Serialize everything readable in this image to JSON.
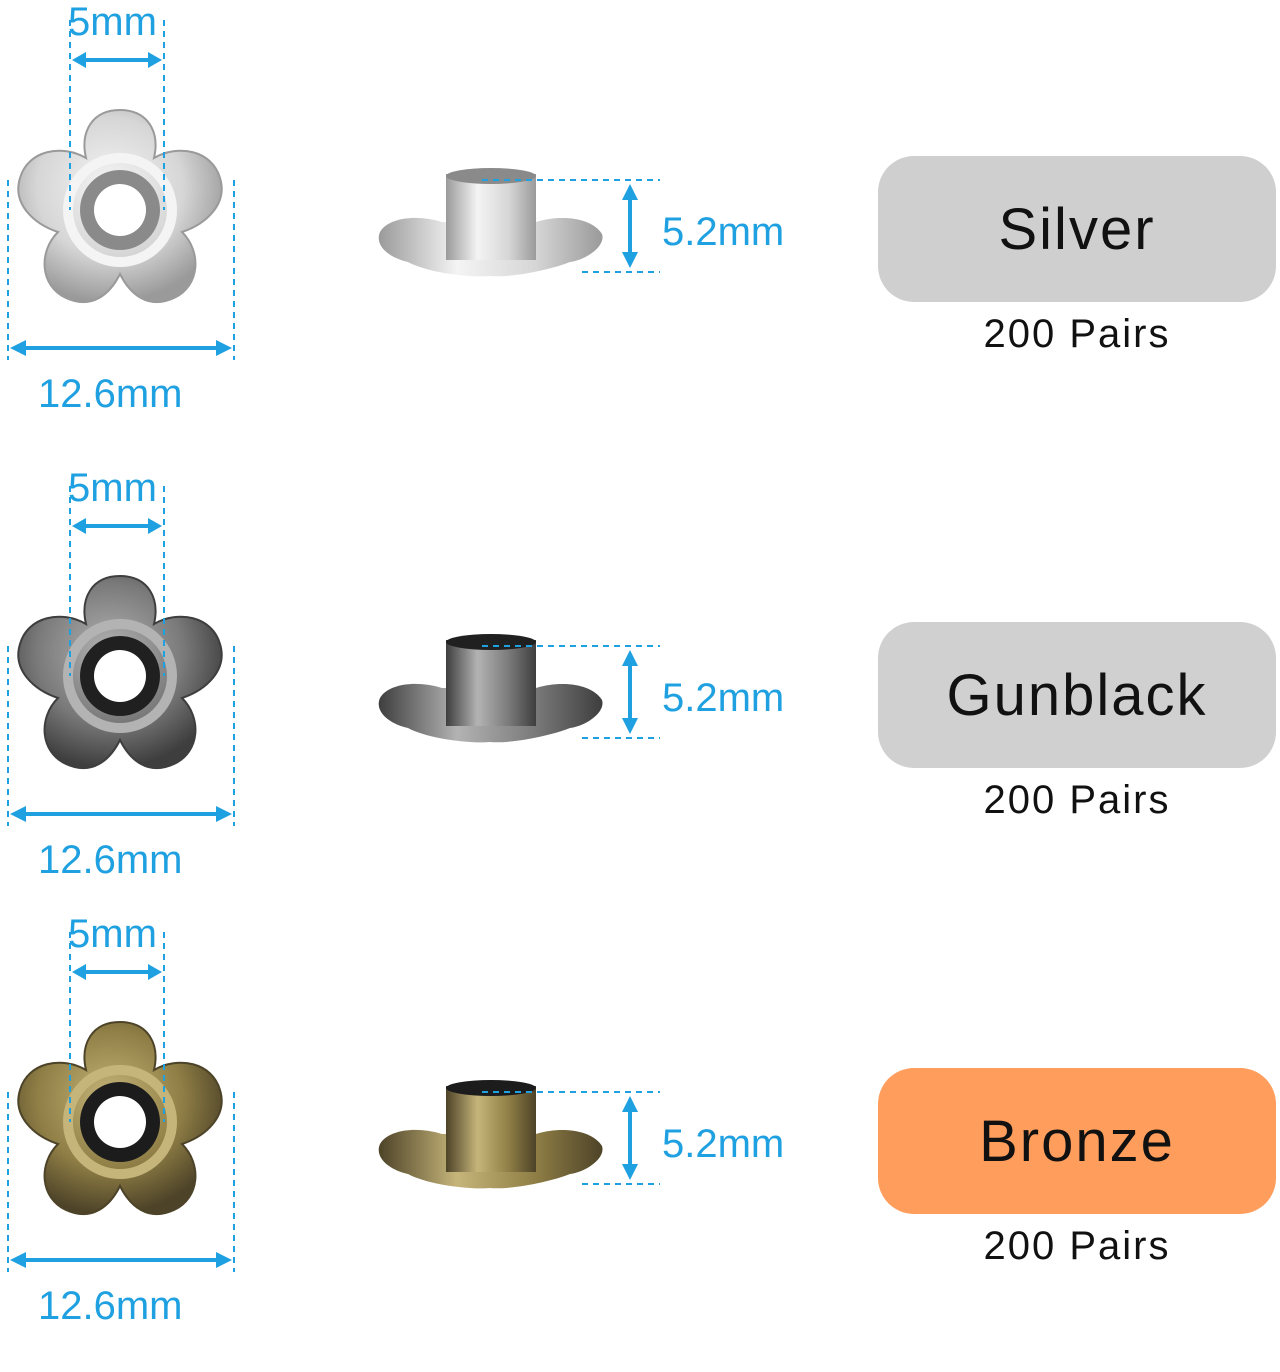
{
  "variants": [
    {
      "name": "Silver",
      "quantity": "200 Pairs",
      "inner_diameter": "5mm",
      "outer_diameter": "12.6mm",
      "height": "5.2mm",
      "pill_color": "#cfcfcf",
      "metal": {
        "light": "#f4f4f4",
        "mid": "#d6d6d6",
        "dark": "#9a9a9a",
        "hole": "#8a8a8a"
      }
    },
    {
      "name": "Gunblack",
      "quantity": "200 Pairs",
      "inner_diameter": "5mm",
      "outer_diameter": "12.6mm",
      "height": "5.2mm",
      "pill_color": "#d0d0d0",
      "metal": {
        "light": "#b3b3b3",
        "mid": "#7a7a7a",
        "dark": "#3e3e3e",
        "hole": "#202020"
      }
    },
    {
      "name": "Bronze",
      "quantity": "200 Pairs",
      "inner_diameter": "5mm",
      "outer_diameter": "12.6mm",
      "height": "5.2mm",
      "pill_color": "#ff9d5c",
      "metal": {
        "light": "#c6b57a",
        "mid": "#8f7e45",
        "dark": "#4d4328",
        "hole": "#1c1c1c"
      }
    }
  ],
  "dimension_color": "#1fa0e0"
}
